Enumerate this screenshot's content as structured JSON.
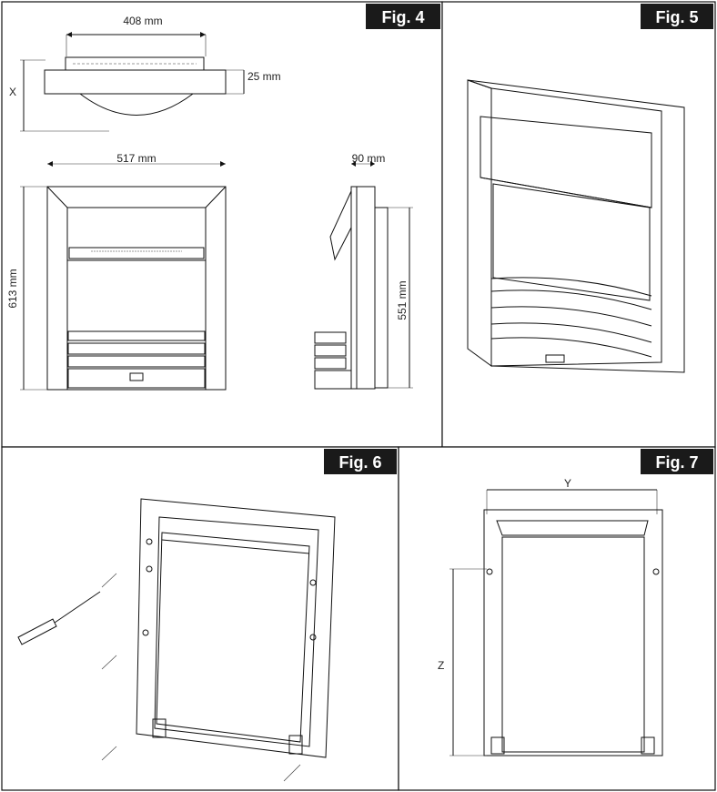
{
  "figures": [
    {
      "id": "fig4",
      "label": "Fig. 4"
    },
    {
      "id": "fig5",
      "label": "Fig. 5"
    },
    {
      "id": "fig6",
      "label": "Fig. 6"
    },
    {
      "id": "fig7",
      "label": "Fig. 7"
    }
  ],
  "fig4": {
    "top_width": "408 mm",
    "top_depth_label": "X",
    "top_rim": "25 mm",
    "front_width": "517 mm",
    "front_height": "613 mm",
    "side_depth": "90 mm",
    "side_height": "551 mm"
  },
  "fig7": {
    "width_label": "Y",
    "height_label": "Z"
  }
}
